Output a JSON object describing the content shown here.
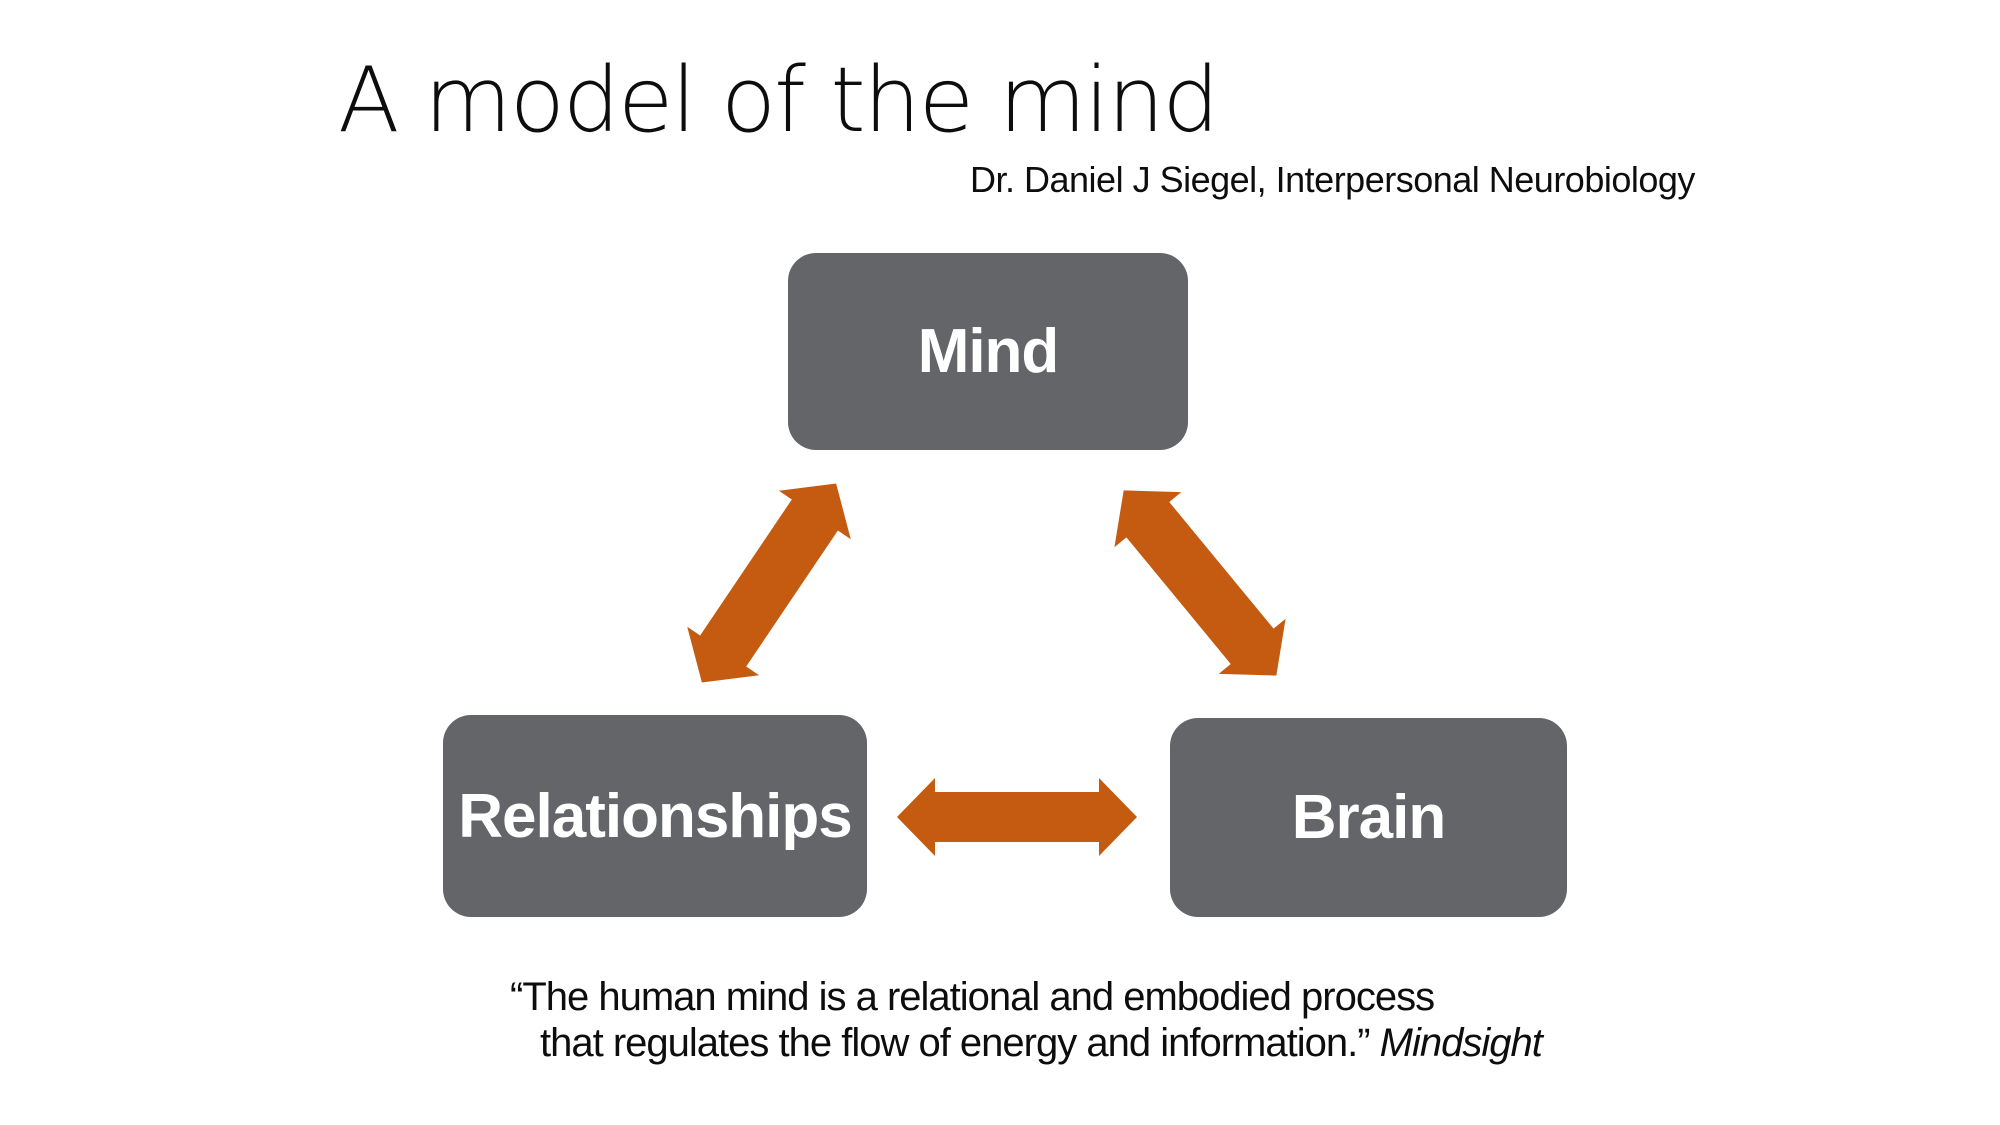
{
  "slide": {
    "title": "A model of the mind",
    "attribution": "Dr. Daniel J Siegel, Interpersonal Neurobiology",
    "quote": {
      "line1": "“The human mind is a relational and embodied process",
      "line2": "that regulates the flow of energy and information.”",
      "source": "Mindsight"
    }
  },
  "nodes": {
    "mind": {
      "label": "Mind"
    },
    "relationships": {
      "label": "Relationships"
    },
    "brain": {
      "label": "Brain"
    }
  },
  "connections": [
    {
      "from": "mind",
      "to": "relationships",
      "type": "double-arrow"
    },
    {
      "from": "mind",
      "to": "brain",
      "type": "double-arrow"
    },
    {
      "from": "relationships",
      "to": "brain",
      "type": "double-arrow"
    }
  ],
  "colors": {
    "background": "#ffffff",
    "node_fill": "#636569",
    "node_text": "#ffffff",
    "arrow": "#C55A11",
    "text": "#0d0d0d"
  }
}
